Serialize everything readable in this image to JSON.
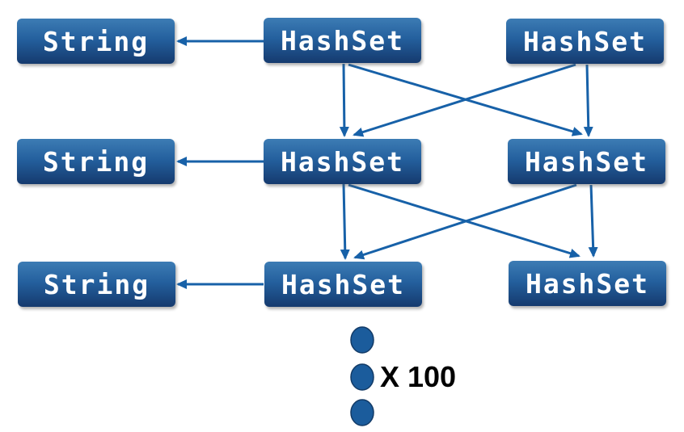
{
  "diagram": {
    "title": "HashSet to String reference diagram",
    "colors": {
      "background": "#ffffff",
      "node_fill_top": "#3d7cb4",
      "node_fill_bottom": "#153a6e",
      "node_text": "#ffffff",
      "arrow": "#1761a8",
      "dot_fill": "#1b5c9c",
      "dot_stroke": "#123a66",
      "multiplier_text": "#000000"
    },
    "nodes": [
      {
        "id": "string-row1",
        "label": "String"
      },
      {
        "id": "hashset-mid-row1",
        "label": "HashSet"
      },
      {
        "id": "hashset-right-row1",
        "label": "HashSet"
      },
      {
        "id": "string-row2",
        "label": "String"
      },
      {
        "id": "hashset-mid-row2",
        "label": "HashSet"
      },
      {
        "id": "hashset-right-row2",
        "label": "HashSet"
      },
      {
        "id": "string-row3",
        "label": "String"
      },
      {
        "id": "hashset-mid-row3",
        "label": "HashSet"
      },
      {
        "id": "hashset-right-row3",
        "label": "HashSet"
      }
    ],
    "edges": [
      {
        "from": "hashset-mid-row1",
        "to": "string-row1"
      },
      {
        "from": "hashset-mid-row1",
        "to": "hashset-mid-row2"
      },
      {
        "from": "hashset-mid-row1",
        "to": "hashset-right-row2"
      },
      {
        "from": "hashset-right-row1",
        "to": "hashset-mid-row2"
      },
      {
        "from": "hashset-right-row1",
        "to": "hashset-right-row2"
      },
      {
        "from": "hashset-mid-row2",
        "to": "string-row2"
      },
      {
        "from": "hashset-mid-row2",
        "to": "hashset-mid-row3"
      },
      {
        "from": "hashset-mid-row2",
        "to": "hashset-right-row3"
      },
      {
        "from": "hashset-right-row2",
        "to": "hashset-mid-row3"
      },
      {
        "from": "hashset-right-row2",
        "to": "hashset-right-row3"
      },
      {
        "from": "hashset-mid-row3",
        "to": "string-row3"
      }
    ],
    "ellipsis_dots": 3,
    "multiplier_label": "X 100"
  }
}
